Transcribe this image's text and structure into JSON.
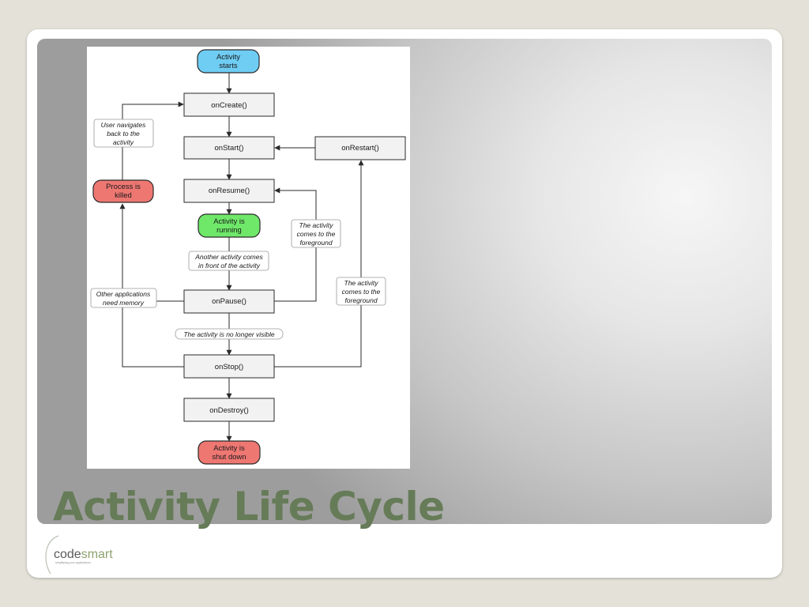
{
  "slide": {
    "title": "Activity Life Cycle"
  },
  "diagram": {
    "nodes": {
      "activity_starts": [
        "Activity",
        "starts"
      ],
      "on_create": "onCreate()",
      "on_start": "onStart()",
      "on_restart": "onRestart()",
      "on_resume": "onResume()",
      "process_killed": [
        "Process is",
        "killed"
      ],
      "activity_running": [
        "Activity is",
        "running"
      ],
      "on_pause": "onPause()",
      "on_stop": "onStop()",
      "on_destroy": "onDestroy()",
      "activity_shut_down": [
        "Activity is",
        "shut down"
      ]
    },
    "notes": {
      "user_navigates_back": [
        "User navigates",
        "back to the",
        "activity"
      ],
      "comes_to_foreground_1": [
        "The activity",
        "comes to the",
        "foreground"
      ],
      "another_activity": [
        "Another activity comes",
        "in front of the activity"
      ],
      "other_apps_memory": [
        "Other applications",
        "need memory"
      ],
      "comes_to_foreground_2": [
        "The activity",
        "comes to the",
        "foreground"
      ],
      "no_longer_visible": "The activity is no longer visible"
    },
    "colors": {
      "start": "#6fcdf4",
      "running": "#6fe86a",
      "terminal": "#ee7772",
      "box": "#f2f2f2",
      "line": "#2a2a2a"
    }
  },
  "logo": {
    "brand_code": "code",
    "brand_smart": "smart",
    "tagline": "simplifying your applications"
  }
}
